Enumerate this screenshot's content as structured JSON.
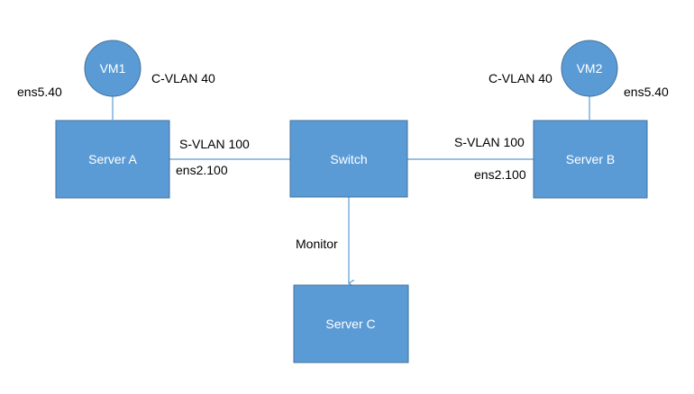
{
  "nodes": {
    "vm1": {
      "label": "VM1"
    },
    "vm2": {
      "label": "VM2"
    },
    "server_a": {
      "label": "Server A"
    },
    "server_b": {
      "label": "Server B"
    },
    "server_c": {
      "label": "Server C"
    },
    "switch": {
      "label": "Switch"
    }
  },
  "labels": {
    "vm1_vlan": "C-VLAN 40",
    "vm2_vlan": "C-VLAN 40",
    "server_a_vm_iface": "ens5.40",
    "server_b_vm_iface": "ens5.40",
    "server_a_svlan": "S-VLAN 100",
    "server_b_svlan": "S-VLAN 100",
    "server_a_iface": "ens2.100",
    "server_b_iface": "ens2.100",
    "monitor": "Monitor"
  },
  "colors": {
    "node_fill": "#5b9bd5",
    "node_border": "#41719c",
    "link": "#5b9bd5"
  }
}
